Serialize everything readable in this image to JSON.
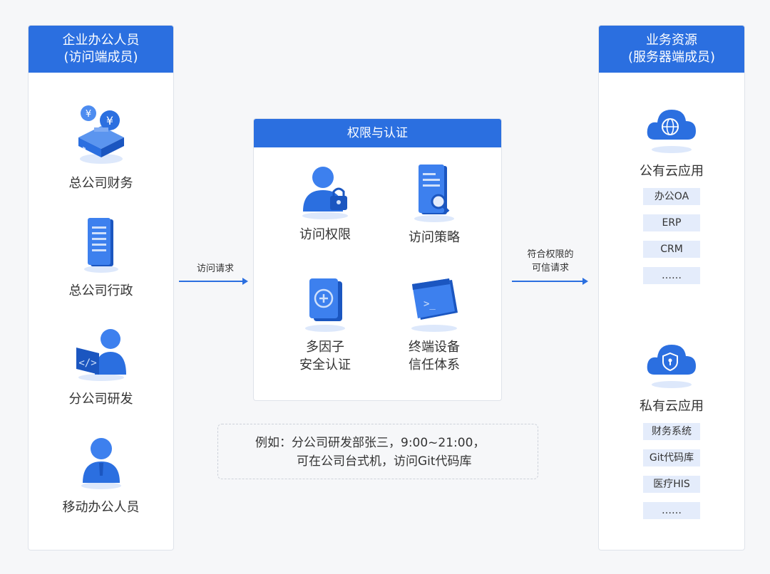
{
  "left": {
    "title_line1": "企业办公人员",
    "title_line2": "(访问端成员)",
    "items": [
      {
        "label": "总公司财务",
        "icon": "finance-server-icon"
      },
      {
        "label": "总公司行政",
        "icon": "document-icon"
      },
      {
        "label": "分公司研发",
        "icon": "developer-icon"
      },
      {
        "label": "移动办公人员",
        "icon": "mobile-user-icon"
      }
    ]
  },
  "center": {
    "title": "权限与认证",
    "cells": [
      {
        "label": "访问权限",
        "icon": "user-lock-icon"
      },
      {
        "label": "访问策略",
        "icon": "policy-search-icon"
      },
      {
        "label_line1": "多因子",
        "label_line2": "安全认证",
        "icon": "mfa-icon"
      },
      {
        "label_line1": "终端设备",
        "label_line2": "信任体系",
        "icon": "terminal-icon"
      }
    ]
  },
  "arrows": {
    "left_label": "访问请求",
    "right_label_line1": "符合权限的",
    "right_label_line2": "可信请求"
  },
  "example": {
    "line1": "例如：分公司研发部张三，9:00~21:00，",
    "line2": "可在公司台式机，访问Git代码库"
  },
  "right": {
    "title_line1": "业务资源",
    "title_line2": "(服务器端成员)",
    "public_cloud": {
      "label": "公有云应用",
      "icon": "public-cloud-icon",
      "tags": [
        "办公OA",
        "ERP",
        "CRM",
        "……"
      ]
    },
    "private_cloud": {
      "label": "私有云应用",
      "icon": "private-cloud-icon",
      "tags": [
        "财务系统",
        "Git代码库",
        "医疗HIS",
        "……"
      ]
    }
  },
  "colors": {
    "accent": "#2b6fe0",
    "tag_bg": "#e4ecfb"
  }
}
